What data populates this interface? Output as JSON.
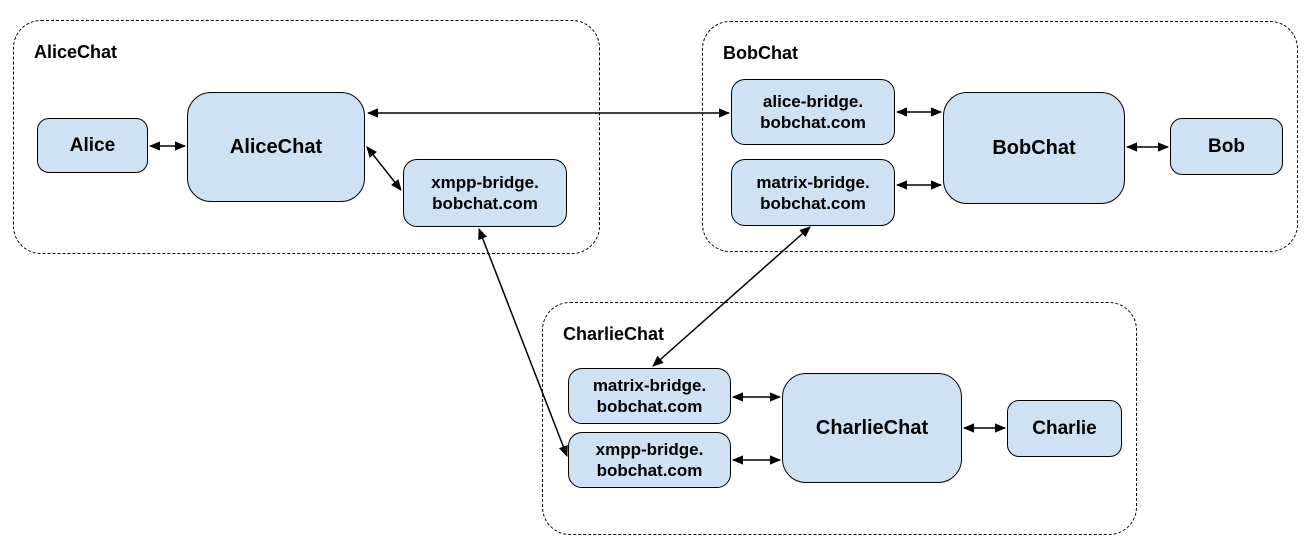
{
  "diagram": {
    "groups": {
      "alicechat": {
        "label": "AliceChat"
      },
      "bobchat": {
        "label": "BobChat"
      },
      "charliechat": {
        "label": "CharlieChat"
      }
    },
    "nodes": {
      "alice_user": {
        "label": "Alice"
      },
      "alicechat_server": {
        "label": "AliceChat"
      },
      "alice_xmpp_bridge": {
        "line1": "xmpp-bridge.",
        "line2": "bobchat.com"
      },
      "bob_alice_bridge": {
        "line1": "alice-bridge.",
        "line2": "bobchat.com"
      },
      "bob_matrix_bridge": {
        "line1": "matrix-bridge.",
        "line2": "bobchat.com"
      },
      "bobchat_server": {
        "label": "BobChat"
      },
      "bob_user": {
        "label": "Bob"
      },
      "charlie_matrix_bridge": {
        "line1": "matrix-bridge.",
        "line2": "bobchat.com"
      },
      "charlie_xmpp_bridge": {
        "line1": "xmpp-bridge.",
        "line2": "bobchat.com"
      },
      "charliechat_server": {
        "label": "CharlieChat"
      },
      "charlie_user": {
        "label": "Charlie"
      }
    },
    "edges": [
      {
        "from": "Alice",
        "to": "AliceChat (server)",
        "bidirectional": true
      },
      {
        "from": "AliceChat (server)",
        "to": "alice-bridge.bobchat.com",
        "bidirectional": true
      },
      {
        "from": "AliceChat (server)",
        "to": "xmpp-bridge.bobchat.com (AliceChat)",
        "bidirectional": true
      },
      {
        "from": "alice-bridge.bobchat.com",
        "to": "BobChat (server)",
        "bidirectional": true
      },
      {
        "from": "matrix-bridge.bobchat.com (BobChat)",
        "to": "BobChat (server)",
        "bidirectional": true
      },
      {
        "from": "BobChat (server)",
        "to": "Bob",
        "bidirectional": true
      },
      {
        "from": "matrix-bridge.bobchat.com (BobChat)",
        "to": "matrix-bridge.bobchat.com (CharlieChat)",
        "bidirectional": true
      },
      {
        "from": "xmpp-bridge.bobchat.com (AliceChat)",
        "to": "xmpp-bridge.bobchat.com (CharlieChat)",
        "bidirectional": true
      },
      {
        "from": "matrix-bridge.bobchat.com (CharlieChat)",
        "to": "CharlieChat (server)",
        "bidirectional": true
      },
      {
        "from": "xmpp-bridge.bobchat.com (CharlieChat)",
        "to": "CharlieChat (server)",
        "bidirectional": true
      },
      {
        "from": "CharlieChat (server)",
        "to": "Charlie",
        "bidirectional": true
      }
    ],
    "colors": {
      "node_fill": "#cfe2f3",
      "node_border": "#000000",
      "container_border": "#000000",
      "edge_line": "#000000",
      "text": "#000000",
      "background": "#ffffff"
    }
  }
}
